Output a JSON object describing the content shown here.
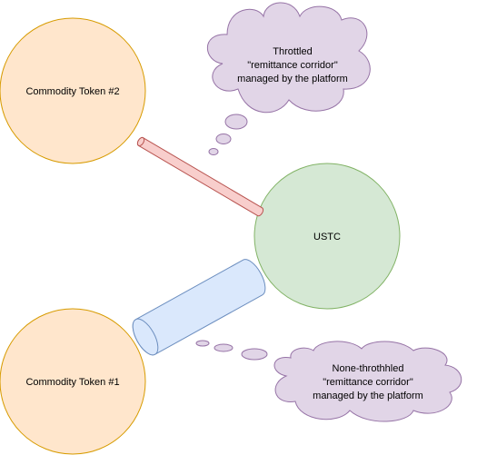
{
  "nodes": {
    "commodity_token_2": {
      "label": "Commodity Token #2"
    },
    "commodity_token_1": {
      "label": "Commodity Token #1"
    },
    "ustc": {
      "label": "USTC"
    }
  },
  "callouts": {
    "throttled": {
      "lines": [
        "Throttled",
        "\"remittance corridor\"",
        "managed by the platform"
      ]
    },
    "non_throttled": {
      "lines": [
        "None-throthhled",
        "\"remittance corridor\"",
        "managed by the platform"
      ]
    }
  },
  "colors": {
    "commodity_fill": "#FFE6CC",
    "commodity_stroke": "#D79B00",
    "ustc_fill": "#D5E8D4",
    "ustc_stroke": "#82B366",
    "throttled_pipe_fill": "#F8CECC",
    "throttled_pipe_stroke": "#B85450",
    "open_pipe_fill": "#DAE8FC",
    "open_pipe_stroke": "#6C8EBF",
    "cloud_fill": "#E1D5E7",
    "cloud_stroke": "#9673A6"
  }
}
